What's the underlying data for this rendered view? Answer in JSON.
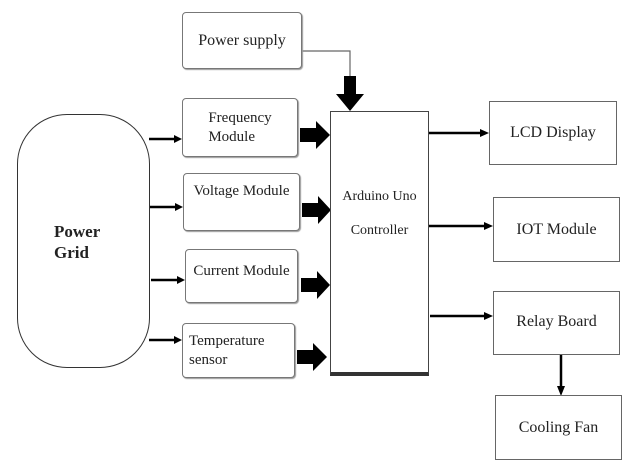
{
  "title": "Power grid monitoring block diagram",
  "blocks": {
    "power_supply": "Power supply",
    "power_grid": [
      "Power",
      "Grid"
    ],
    "frequency": [
      "Frequency",
      "Module"
    ],
    "voltage": "Voltage Module",
    "current": "Current Module",
    "temperature": [
      "Temperature",
      "sensor"
    ],
    "controller": [
      "Arduino Uno",
      "Controller"
    ],
    "lcd": "LCD Display",
    "iot": "IOT Module",
    "relay": "Relay Board",
    "fan": "Cooling Fan"
  },
  "connections": [
    {
      "from": "Power supply",
      "to": "Arduino Uno Controller"
    },
    {
      "from": "Power Grid",
      "to": "Frequency Module"
    },
    {
      "from": "Power Grid",
      "to": "Voltage Module"
    },
    {
      "from": "Power Grid",
      "to": "Current Module"
    },
    {
      "from": "Power Grid",
      "to": "Temperature sensor"
    },
    {
      "from": "Frequency Module",
      "to": "Arduino Uno Controller"
    },
    {
      "from": "Voltage Module",
      "to": "Arduino Uno Controller"
    },
    {
      "from": "Current Module",
      "to": "Arduino Uno Controller"
    },
    {
      "from": "Temperature sensor",
      "to": "Arduino Uno Controller"
    },
    {
      "from": "Arduino Uno Controller",
      "to": "LCD Display"
    },
    {
      "from": "Arduino Uno Controller",
      "to": "IOT Module"
    },
    {
      "from": "Arduino Uno Controller",
      "to": "Relay Board"
    },
    {
      "from": "Relay Board",
      "to": "Cooling Fan"
    }
  ]
}
